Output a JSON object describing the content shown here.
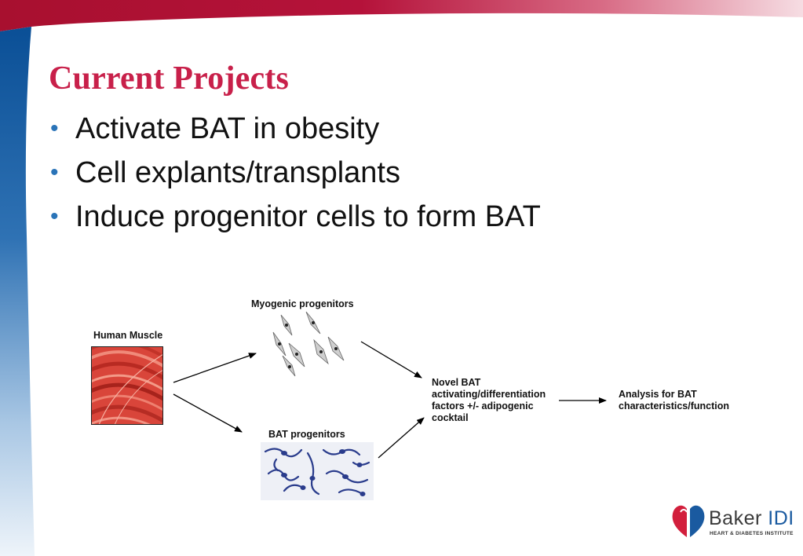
{
  "slide": {
    "title": "Current Projects",
    "bullets": [
      "Activate BAT in obesity",
      "Cell explants/transplants",
      "Induce progenitor cells to form BAT"
    ]
  },
  "diagram": {
    "human_muscle_label": "Human Muscle",
    "myogenic_label": "Myogenic progenitors",
    "bat_progenitors_label": "BAT progenitors",
    "novel_bat_lines": [
      "Novel BAT",
      "activating/differentiation",
      "factors +/- adipogenic",
      "cocktail"
    ],
    "analysis_lines": [
      "Analysis for BAT",
      "characteristics/function"
    ]
  },
  "logo": {
    "name_part1": "Baker",
    "name_part2": "IDI",
    "subtitle": "HEART & DIABETES INSTITUTE"
  },
  "colors": {
    "title": "#c8204a",
    "bullet_dot": "#2a74b8",
    "top_band": "#b5123a",
    "left_band": "#0a4f96",
    "logo_idi": "#1a5aa0"
  }
}
